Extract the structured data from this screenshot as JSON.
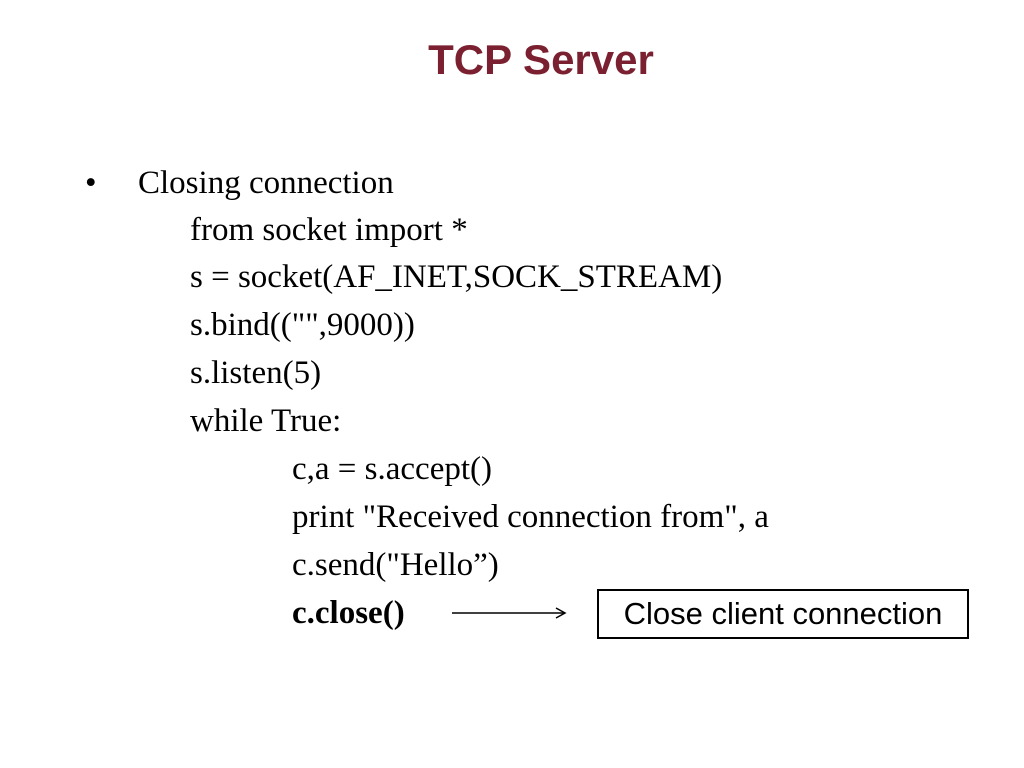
{
  "slide": {
    "title": "TCP Server",
    "bullet": {
      "symbol": "•",
      "text": "Closing connection"
    },
    "code_lines": [
      "from socket import *",
      "s = socket(AF_INET,SOCK_STREAM)",
      "s.bind((\"\",9000))",
      "s.listen(5)",
      "while True:",
      "c,a = s.accept()",
      "print \"Received connection from\", a",
      "c.send(\"Hello”)",
      "c.close()"
    ],
    "callout": {
      "text": "Close client connection"
    },
    "colors": {
      "title": "#7a2030",
      "text": "#000000",
      "background": "#ffffff"
    }
  }
}
